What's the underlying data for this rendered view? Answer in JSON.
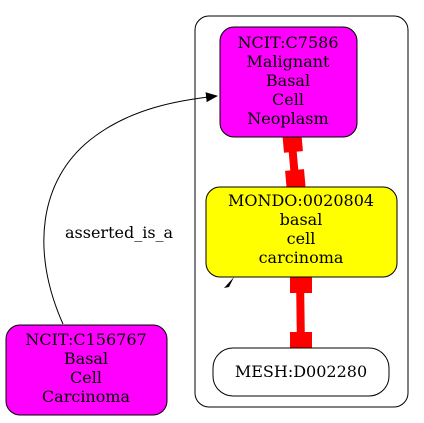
{
  "nodes": {
    "ncit_c7586": {
      "lines": [
        "NCIT:C7586",
        "Malignant",
        "Basal",
        "Cell",
        "Neoplasm"
      ],
      "fill": "#ff00ff"
    },
    "mondo_0020804": {
      "lines": [
        "MONDO:0020804",
        "basal",
        "cell",
        "carcinoma"
      ],
      "fill": "#ffff00"
    },
    "mesh_d002280": {
      "lines": [
        "MESH:D002280"
      ],
      "fill": "#ffffff"
    },
    "ncit_c156767": {
      "lines": [
        "NCIT:C156767",
        "Basal",
        "Cell",
        "Carcinoma"
      ],
      "fill": "#ff00ff"
    }
  },
  "edges": {
    "asserted": {
      "label": "asserted_is_a",
      "color": "#000000"
    },
    "equivalence_color": "#ff0000"
  }
}
